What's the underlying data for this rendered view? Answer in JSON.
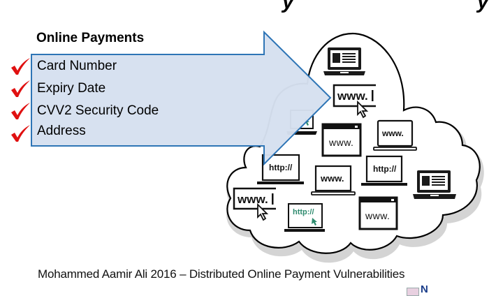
{
  "slide": {
    "title_fragments": [
      "y",
      "y"
    ],
    "list": {
      "heading": "Online Payments",
      "items": [
        {
          "label": "Card Number",
          "checked": true
        },
        {
          "label": "Expiry Date",
          "checked": true
        },
        {
          "label": "CVV2 Security Code",
          "checked": true
        },
        {
          "label": "Address",
          "checked": true
        }
      ]
    },
    "cloud": {
      "icons": [
        {
          "type": "laptop-document",
          "text": ""
        },
        {
          "type": "address-bar",
          "text": "www."
        },
        {
          "type": "browser-window",
          "text": "www."
        },
        {
          "type": "laptop",
          "text": "www."
        },
        {
          "type": "laptop",
          "text": "http://"
        },
        {
          "type": "laptop",
          "text": "www."
        },
        {
          "type": "laptop",
          "text": "http://"
        },
        {
          "type": "laptop-document",
          "text": ""
        },
        {
          "type": "address-bar",
          "text": "www."
        },
        {
          "type": "laptop",
          "text": "http://"
        },
        {
          "type": "browser-window",
          "text": "www."
        }
      ]
    },
    "caption": "Mohammed Aamir Ali 2016 – Distributed Online Payment Vulnerabilities",
    "logo_text": "N",
    "colors": {
      "arrow_fill": "#d6e0ef",
      "arrow_stroke": "#2e75b6",
      "check": "#e01010",
      "cloud_shadow": "#d4d4d4",
      "green_accent": "#2e8b6e"
    }
  }
}
